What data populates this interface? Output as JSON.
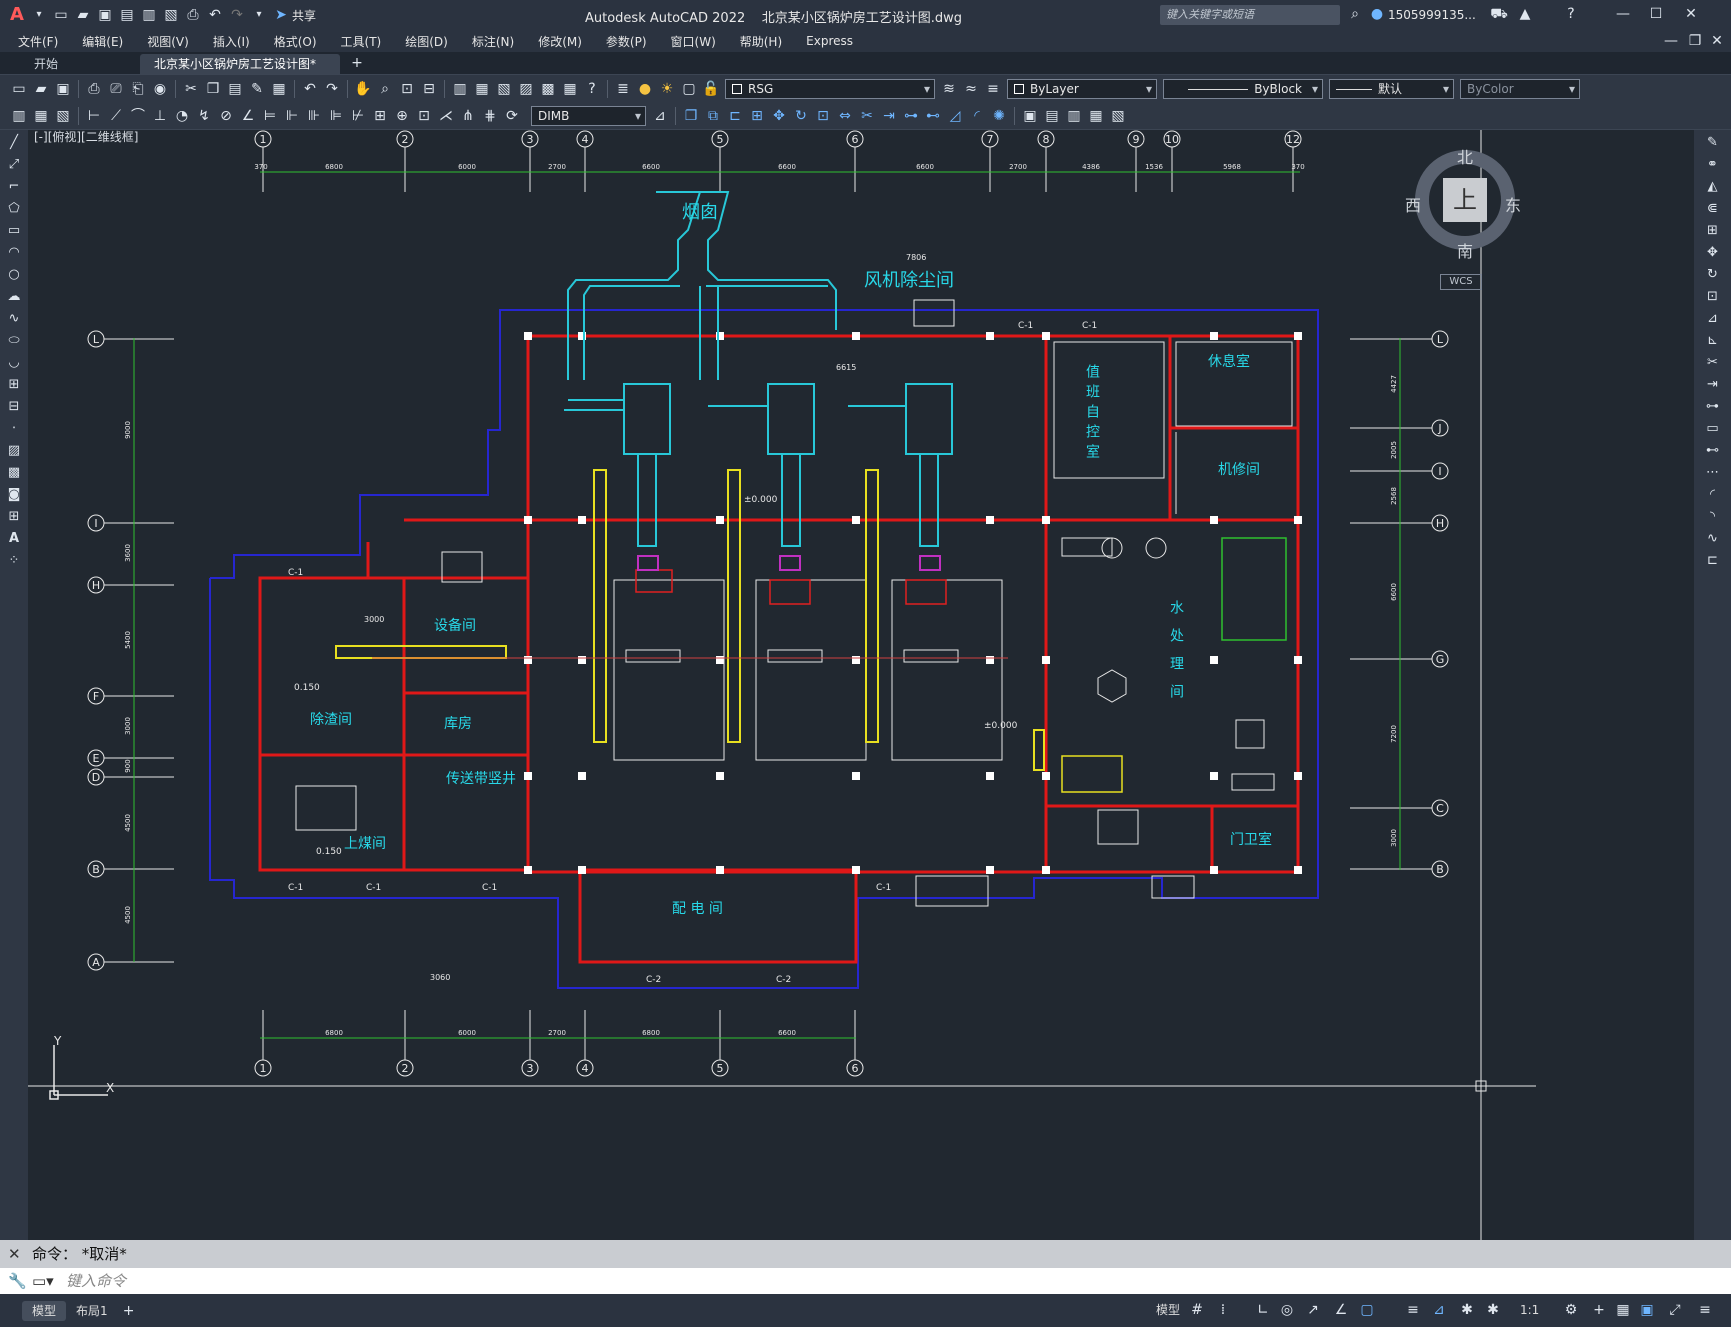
{
  "title": "Autodesk AutoCAD 2022    北京某小区锅炉房工艺设计图.dwg",
  "share_label": "共享",
  "search_placeholder": "键入关键字或短语",
  "user": "1505999135...",
  "menus": [
    "文件(F)",
    "编辑(E)",
    "视图(V)",
    "插入(I)",
    "格式(O)",
    "工具(T)",
    "绘图(D)",
    "标注(N)",
    "修改(M)",
    "参数(P)",
    "窗口(W)",
    "帮助(H)",
    "Express"
  ],
  "tabs": {
    "start": "开始",
    "doc": "北京某小区锅炉房工艺设计图*"
  },
  "toolbar": {
    "layer": "RSG",
    "color": "ByLayer",
    "linetype": "ByBlock",
    "lineweight": "默认",
    "plotstyle": "ByColor",
    "dimstyle": "DIMB"
  },
  "viewport_label": "[-][俯视][二维线框]",
  "viewcube": {
    "n": "北",
    "s": "南",
    "e": "东",
    "w": "西",
    "top": "上",
    "wcs": "WCS"
  },
  "rooms": {
    "chimney": "烟囱",
    "fan": "风机除尘间",
    "equipment": "设备间",
    "slag": "除渣间",
    "store": "库房",
    "coal": "上煤间",
    "belt": "传送带竖井",
    "power": "配 电 间",
    "rest": "休息室",
    "repair": "机修间",
    "guard": "门卫室",
    "water": "水处理间",
    "control": "值班自控室"
  },
  "axes_top": [
    "1",
    "2",
    "3",
    "4",
    "5",
    "6",
    "7",
    "8",
    "9",
    "10",
    "12"
  ],
  "axes_bottom": [
    "1",
    "2",
    "3",
    "4",
    "5",
    "6"
  ],
  "axes_left": [
    "L",
    "I",
    "H",
    "F",
    "E",
    "D",
    "B",
    "A"
  ],
  "axes_right": [
    "L",
    "J",
    "I",
    "H",
    "G",
    "C",
    "B"
  ],
  "dims_top": [
    "370",
    "6800",
    "6000",
    "2700",
    "6600",
    "6600",
    "6600",
    "2700",
    "4386",
    "1536",
    "5968",
    "370"
  ],
  "dims_bottom": [
    "6800",
    "6000",
    "2700",
    "6800",
    "6600"
  ],
  "dims_left": [
    "9000",
    "3600",
    "5400",
    "3000",
    "900",
    "4500",
    "4500"
  ],
  "dims_right": [
    "4427",
    "2005",
    "2568",
    "6600",
    "7200",
    "3000"
  ],
  "labels": {
    "c1": "C-1",
    "c2": "C-2",
    "elev1": "±0.000",
    "elev2": "0.150",
    "dim7806": "7806",
    "dim6615": "6615",
    "dim3000": "3000",
    "dim3060": "3060"
  },
  "command_history": "命令：  *取消*",
  "command_placeholder": "键入命令",
  "status_tabs": {
    "model": "模型",
    "layout": "布局1"
  },
  "status": {
    "model": "模型",
    "scale": "1:1"
  }
}
